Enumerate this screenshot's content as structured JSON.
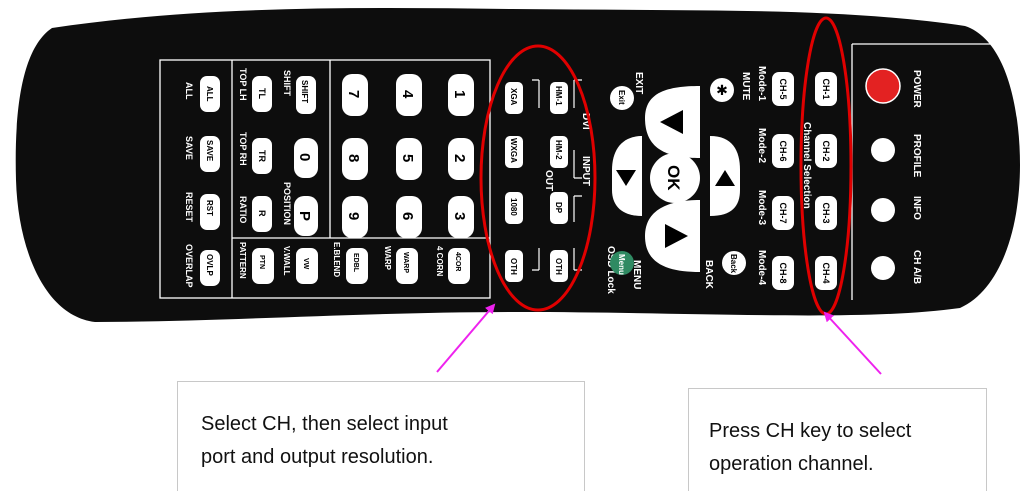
{
  "remote": {
    "top": {
      "power": "POWER",
      "profile": "PROFILE",
      "info": "INFO",
      "ch_ab": "CH A/B",
      "channel_selection": "Channel Selection",
      "modes": [
        "Mode-1",
        "Mode-2",
        "Mode-3",
        "Mode-4"
      ],
      "ch_row1": [
        "CH-1",
        "CH-2",
        "CH-3",
        "CH-4"
      ],
      "ch_row2": [
        "CH-5",
        "CH-6",
        "CH-7",
        "CH-8"
      ]
    },
    "nav": {
      "mute": "MUTE",
      "exit_label": "EXIT",
      "exit_key": "Exit",
      "ok": "OK",
      "back_label": "BACK",
      "back_key": "Back",
      "menu_label": "MENU",
      "menu_key": "Menu",
      "osd_lock": "OSD Lock"
    },
    "input": {
      "label": "INPUT",
      "dvi": "DVI",
      "keys": [
        "HM-1",
        "HM-2",
        "DP",
        "OTH"
      ]
    },
    "out": {
      "label": "OUT",
      "keys": [
        "XGA",
        "WXGA",
        "1080",
        "OTH"
      ]
    },
    "numpad": {
      "rows": [
        [
          "1",
          "2",
          "3"
        ],
        [
          "4",
          "5",
          "6"
        ],
        [
          "7",
          "8",
          "9"
        ]
      ],
      "zero": "0",
      "p": "P",
      "shift": "SHIFT",
      "shift_label": "SHIFT",
      "position_label": "POSITION"
    },
    "func": {
      "keys": [
        "TL",
        "TR",
        "R"
      ],
      "labels": [
        "TOP LH",
        "TOP RH",
        "RATIO"
      ]
    },
    "bottom": {
      "keys": [
        "ALL",
        "SAVE",
        "RST",
        "OVLP"
      ],
      "labels": [
        "ALL",
        "SAVE",
        "RESET",
        "OVERLAP"
      ]
    },
    "side": {
      "keys": [
        "4COR",
        "WARP",
        "EDBL",
        "VW",
        "PTN"
      ],
      "labels": [
        "4 CORN",
        "WARP",
        "E.BLEND",
        "V.WALL",
        "PATTERN"
      ]
    }
  },
  "annotations": {
    "left_lines": [
      "Select CH, then select input",
      "port and output resolution."
    ],
    "right_lines": [
      "Press CH key to select",
      "operation channel."
    ]
  },
  "colors": {
    "body": "#0d0d0d",
    "key": "#ffffff",
    "power": "#e32222",
    "menu": "#2f8a62",
    "highlight": "#e00000",
    "arrow": "#ee22ee"
  }
}
